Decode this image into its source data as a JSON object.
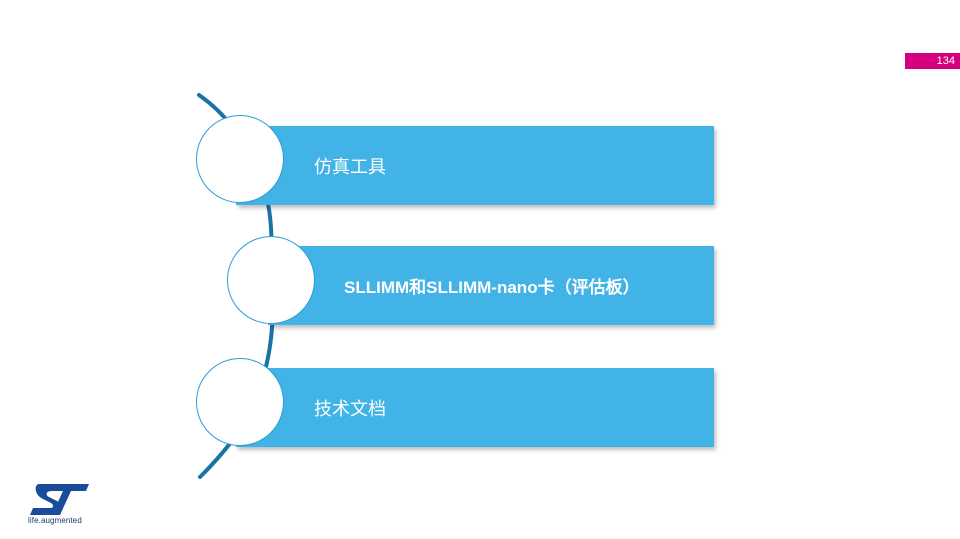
{
  "page_number": "134",
  "items": [
    {
      "label": "仿真工具"
    },
    {
      "label": "SLLIMM和SLLIMM-nano卡（评估板）"
    },
    {
      "label": "技术文档"
    }
  ],
  "logo": {
    "caption": "life.augmented"
  },
  "colors": {
    "band": "#41b3e6",
    "accent": "#d6007f",
    "curve": "#1a73a6"
  }
}
